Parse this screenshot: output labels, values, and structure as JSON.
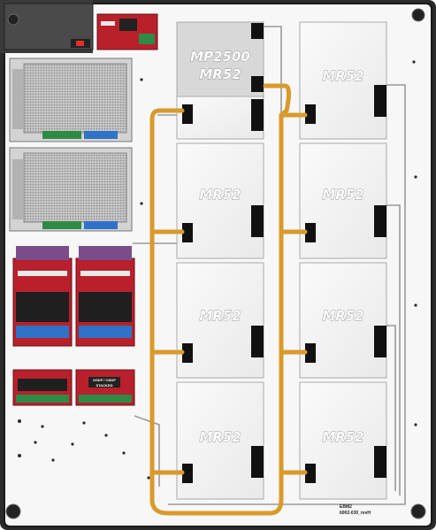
{
  "panel": {
    "id_label": "EBM2",
    "part_number": "6002-030_revH"
  },
  "modules": {
    "top_left": {
      "title_line1": "MP2500",
      "title_line2": "MR52"
    },
    "top_right": {
      "title": "MR52"
    },
    "row2_left": {
      "title": "MR52"
    },
    "row2_right": {
      "title": "MR52"
    },
    "row3_left": {
      "title": "MR52"
    },
    "row3_right": {
      "title": "MR52"
    },
    "row4_left": {
      "title": "MR52"
    },
    "row4_right": {
      "title": "MR52"
    }
  },
  "small_board": {
    "label_line1": "OSDP / OSDP",
    "label_line2": "STACKED"
  },
  "colors": {
    "frame": "#2b2b2b",
    "backplate": "#f7f7f7",
    "module_plate": "#f1f1f1",
    "module_highlight": "#d8d8d8",
    "red_board": "#b8202b",
    "terminal_green": "#2e8b45",
    "terminal_blue": "#2f73c9",
    "power_supply": "#b9b9b9",
    "cable_orange": "#d99a2b",
    "cable_gray": "#9a9a9a"
  }
}
